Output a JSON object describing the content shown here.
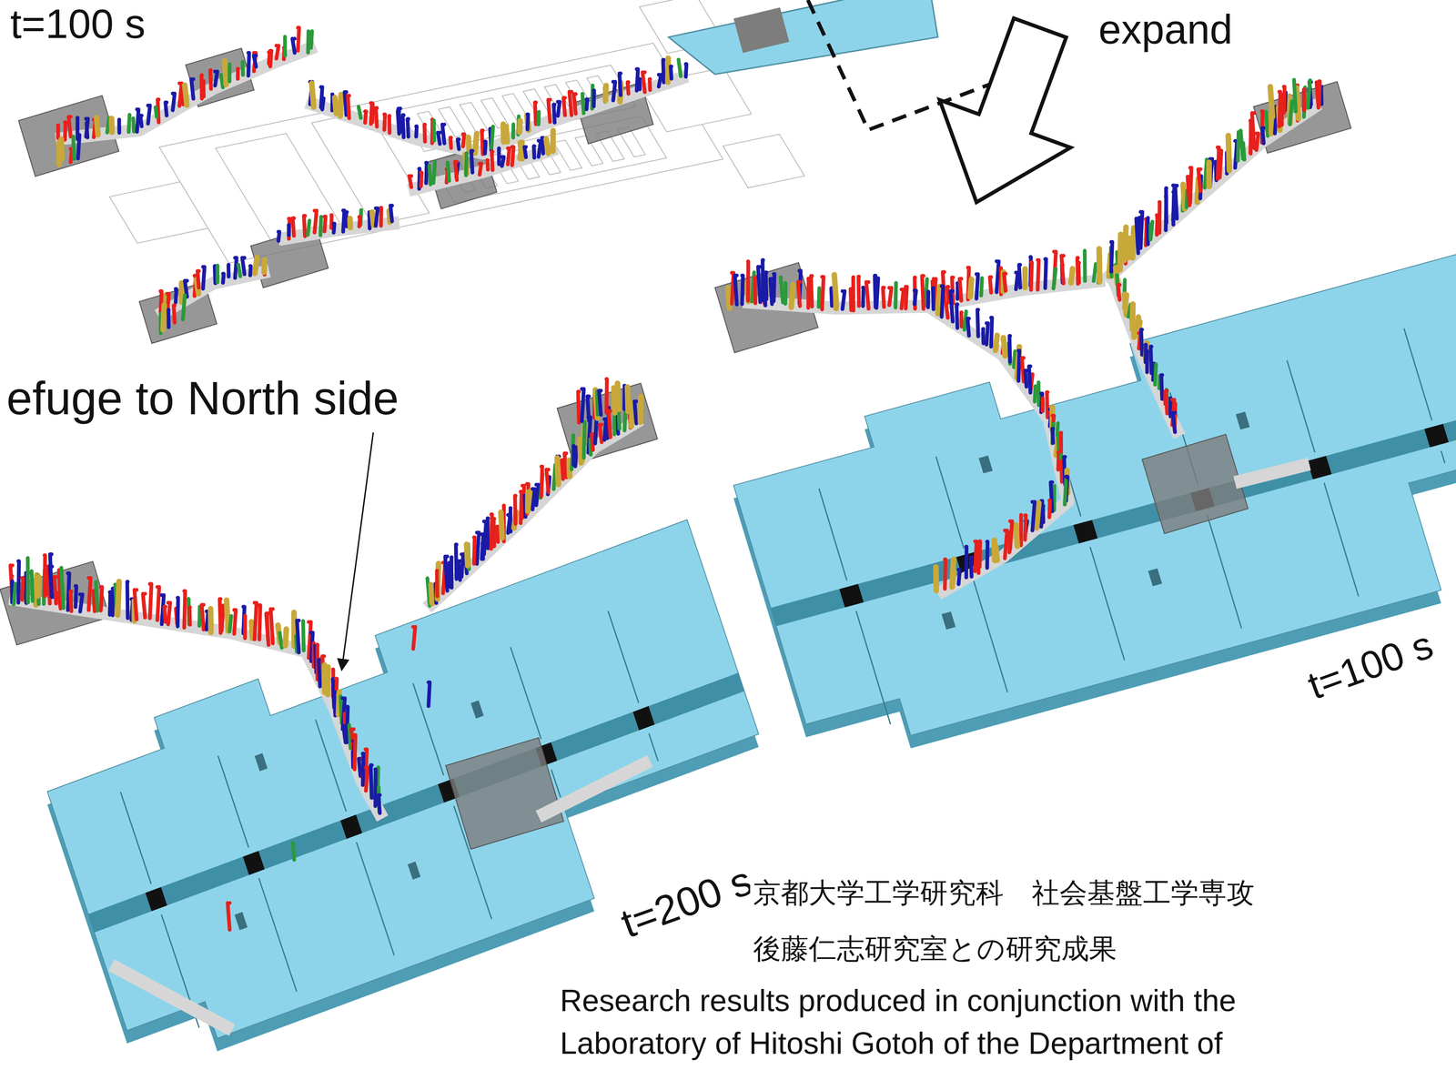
{
  "diagram": {
    "labels": [
      "t=100 s",
      "expand",
      "efuge to North side",
      "t=200 s",
      "t=100 s",
      "京都大学工学研究科　社会基盤工学専攻",
      "後藤仁志研究室との研究成果",
      "Research results produced in conjunction with the",
      "Laboratory of Hitoshi Gotoh of the Department of"
    ]
  }
}
